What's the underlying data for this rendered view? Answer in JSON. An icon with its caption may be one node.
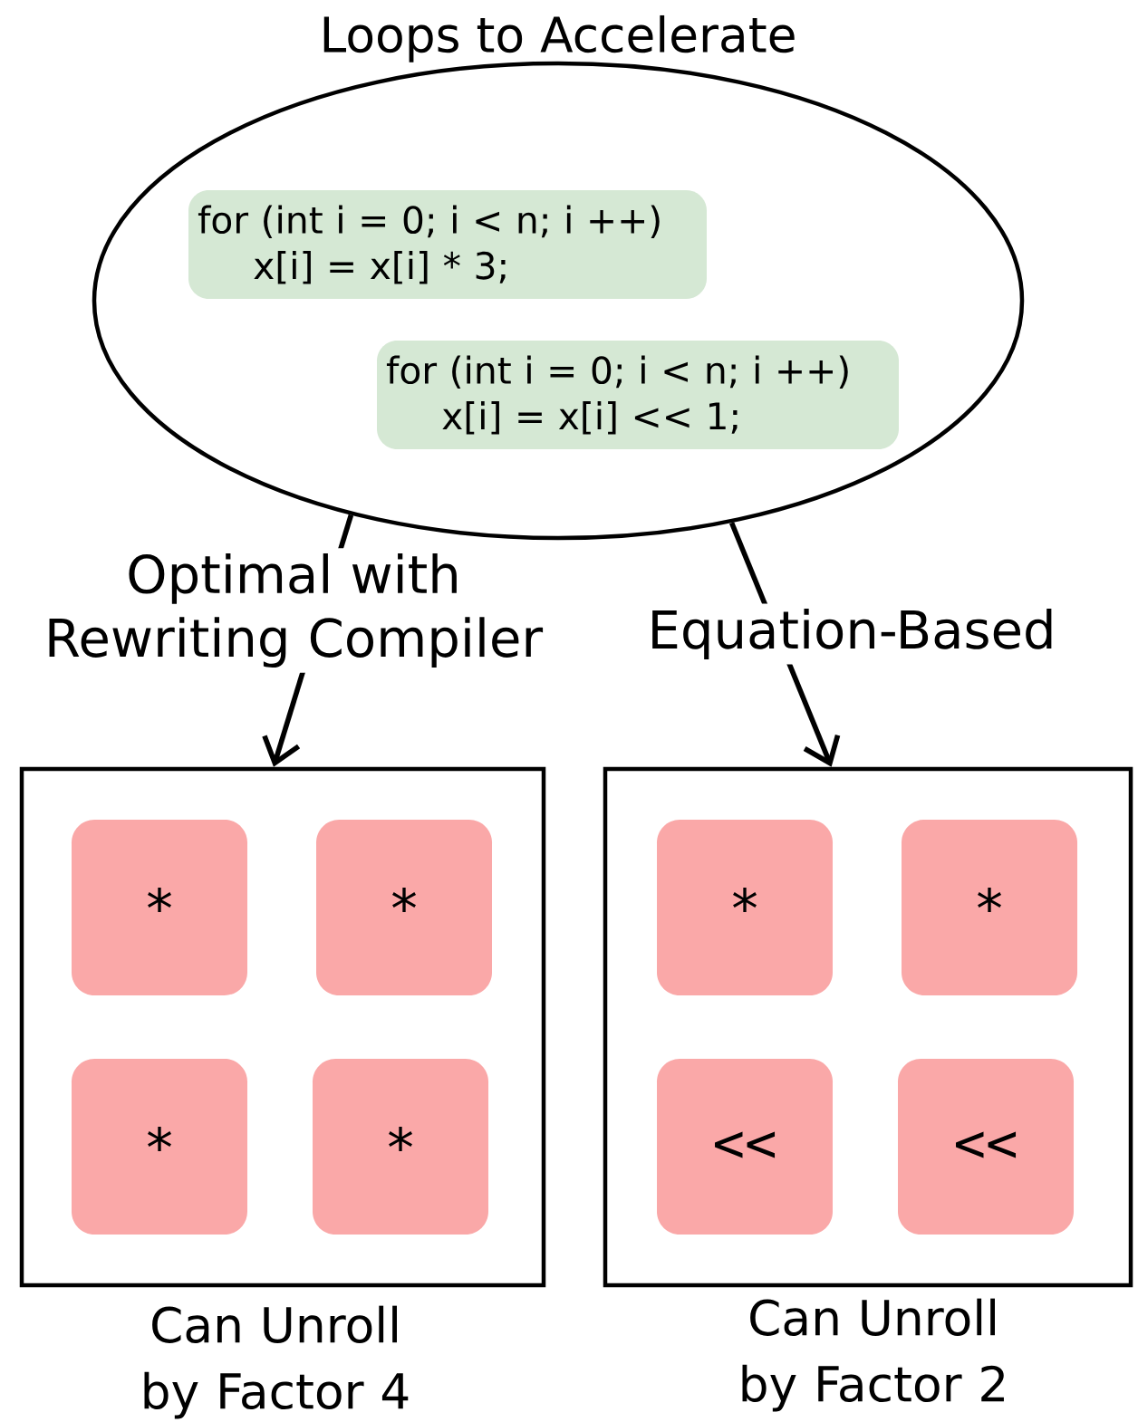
{
  "diagram": {
    "nodes": [
      {
        "text": [
          "Loops to Accelerate"
        ]
      },
      {
        "text": [
          "for (int i = 0; i < n; i ++)",
          "x[i] = x[i] * 3;"
        ],
        "in": 0
      },
      {
        "text": [
          "for (int i = 0; i < n; i ++)",
          "x[i] = x[i] << 1;"
        ],
        "in": 0
      },
      {
        "text": [],
        "shape": "box",
        "beside": [
          "Can Unroll by Factor 4"
        ]
      },
      {
        "text": [
          "*"
        ],
        "in": 3
      },
      {
        "text": [
          "*"
        ],
        "in": 3
      },
      {
        "text": [
          "*"
        ],
        "in": 3
      },
      {
        "text": [
          "*"
        ],
        "in": 3
      },
      {
        "text": [],
        "shape": "box",
        "beside": [
          "Can Unroll by Factor 2"
        ]
      },
      {
        "text": [
          "*"
        ],
        "in": 8
      },
      {
        "text": [
          "*"
        ],
        "in": 8
      },
      {
        "text": [
          "<<"
        ],
        "in": 8
      },
      {
        "text": [
          "<<"
        ],
        "in": 8
      }
    ],
    "edges": [
      {
        "from": 0,
        "to": 3,
        "arrow": "to",
        "label": "Optimal with Rewriting Compiler"
      },
      {
        "from": 0,
        "to": 8,
        "arrow": "to",
        "label": "Equation-Based"
      }
    ]
  }
}
